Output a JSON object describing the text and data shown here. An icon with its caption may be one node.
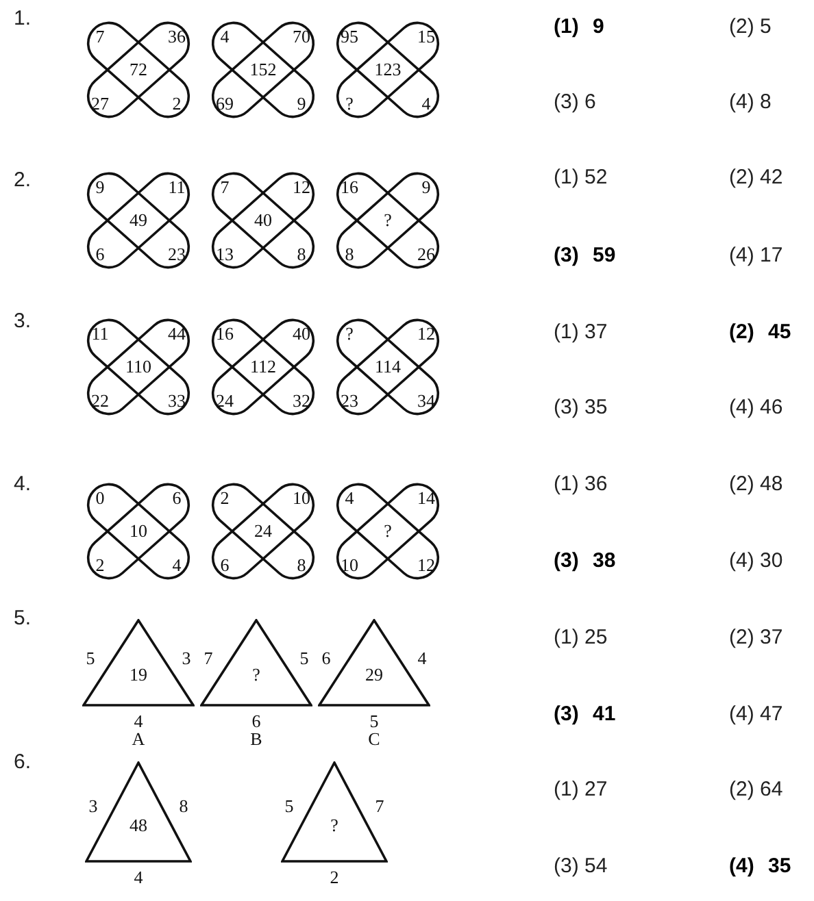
{
  "diagram": {
    "nodes": [
      {
        "text": [
          "7",
          "36",
          "72",
          "27",
          "2"
        ]
      },
      {
        "text": [
          "4",
          "70",
          "152",
          "69",
          "9"
        ]
      },
      {
        "text": [
          "95",
          "15",
          "123",
          "?",
          "4"
        ]
      },
      {
        "text": [
          "9",
          "11",
          "49",
          "6",
          "23"
        ]
      },
      {
        "text": [
          "7",
          "12",
          "40",
          "13",
          "8"
        ]
      },
      {
        "text": [
          "16",
          "9",
          "?",
          "8",
          "26"
        ]
      },
      {
        "text": [
          "11",
          "44",
          "110",
          "22",
          "33"
        ]
      },
      {
        "text": [
          "16",
          "40",
          "112",
          "24",
          "32"
        ]
      },
      {
        "text": [
          "?",
          "12",
          "114",
          "23",
          "34"
        ]
      },
      {
        "text": [
          "0",
          "6",
          "10",
          "2",
          "4"
        ]
      },
      {
        "text": [
          "2",
          "10",
          "24",
          "6",
          "8"
        ]
      },
      {
        "text": [
          "4",
          "14",
          "?",
          "10",
          "12"
        ]
      },
      {
        "text": [
          "19"
        ],
        "beside": [
          "5",
          "3",
          "4",
          "A"
        ]
      },
      {
        "text": [
          "?"
        ],
        "beside": [
          "7",
          "5",
          "6",
          "B"
        ]
      },
      {
        "text": [
          "29"
        ],
        "beside": [
          "6",
          "4",
          "5",
          "C"
        ]
      },
      {
        "text": [
          "48"
        ],
        "beside": [
          "3",
          "8",
          "4"
        ]
      },
      {
        "text": [
          "?"
        ],
        "beside": [
          "5",
          "7",
          "2"
        ]
      }
    ],
    "labels": [
      "1.",
      "(1) 9",
      "(2) 5",
      "(3) 6",
      "(4) 8",
      "2.",
      "(1) 52",
      "(2) 42",
      "(3) 59",
      "(4) 17",
      "3.",
      "(1) 37",
      "(2) 45",
      "(3) 35",
      "(4) 46",
      "4.",
      "(1) 36",
      "(2) 48",
      "(3) 38",
      "(4) 30",
      "5.",
      "(1) 25",
      "(2) 37",
      "(3) 41",
      "(4) 47",
      "6.",
      "(1) 27",
      "(2) 64",
      "(3) 54",
      "(4) 35"
    ]
  }
}
